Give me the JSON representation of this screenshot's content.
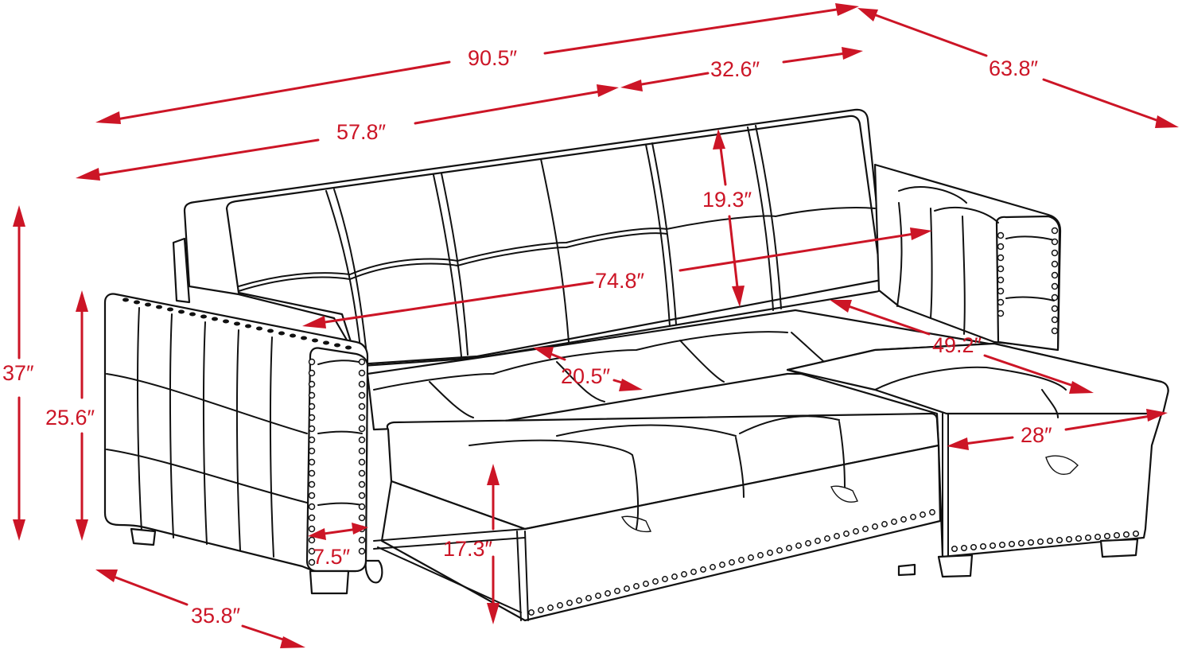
{
  "diagram": {
    "subject": "L-shaped pull-out sleeper sectional sofa with chaise",
    "line_color": "#111111",
    "dimension_color": "#cc1526",
    "background": "#ffffff",
    "unit_symbol": "″"
  },
  "dimensions": {
    "overall_width": {
      "label": "90.5″",
      "description": "overall length incl. chaise"
    },
    "chaise_depth": {
      "label": "63.8″",
      "description": "overall depth at chaise"
    },
    "sofa_section": {
      "label": "57.8″",
      "description": "sofa section width"
    },
    "chaise_width": {
      "label": "32.6″",
      "description": "chaise section width"
    },
    "back_height": {
      "label": "19.3″",
      "description": "backrest height above seat"
    },
    "seat_width": {
      "label": "74.8″",
      "description": "inner seat width"
    },
    "chaise_length": {
      "label": "49.2″",
      "description": "chaise seat length"
    },
    "seat_depth": {
      "label": "20.5″",
      "description": "seat depth"
    },
    "chaise_seat_w": {
      "label": "28″",
      "description": "chaise seat width"
    },
    "total_height": {
      "label": "37″",
      "description": "overall height"
    },
    "arm_height": {
      "label": "25.6″",
      "description": "armrest height"
    },
    "arm_width": {
      "label": "7.5″",
      "description": "armrest width"
    },
    "bed_height": {
      "label": "17.3″",
      "description": "pull-out bed height"
    },
    "sofa_depth": {
      "label": "35.8″",
      "description": "sofa depth"
    }
  }
}
